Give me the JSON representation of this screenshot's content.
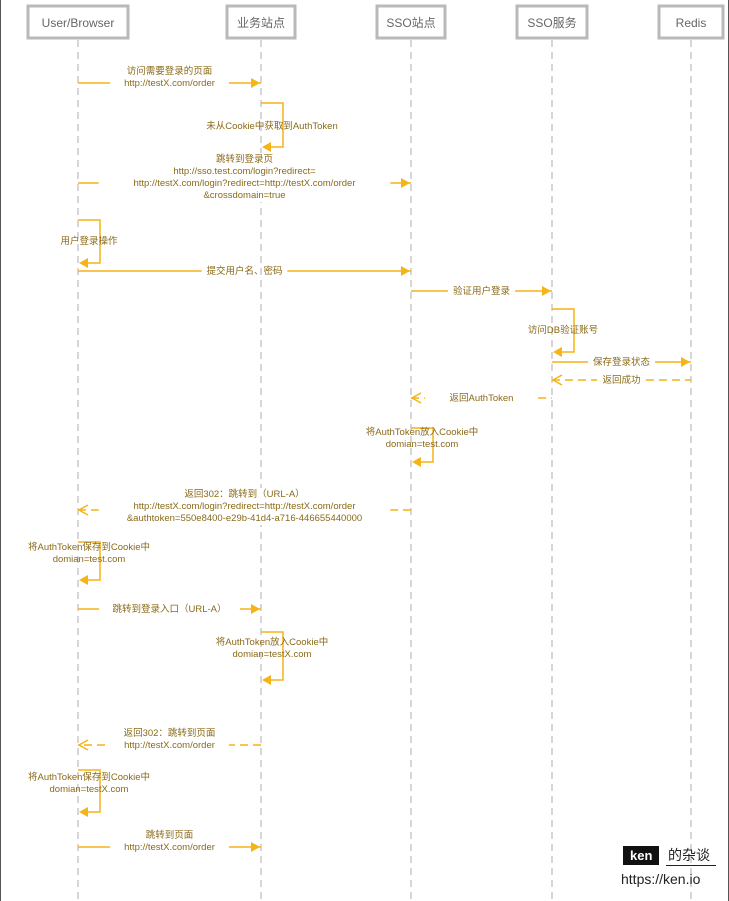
{
  "actors": [
    {
      "label": "User/Browser"
    },
    {
      "label": "业务站点"
    },
    {
      "label": "SSO站点"
    },
    {
      "label": "SSO服务"
    },
    {
      "label": "Redis"
    }
  ],
  "messages": [
    {
      "from": 0,
      "to": 1,
      "style": "solid",
      "lines": [
        "访问需要登录的页面",
        "http://testX.com/order"
      ]
    },
    {
      "from": 1,
      "to": 1,
      "style": "self",
      "lines": [
        "未从Cookie中获取到AuthToken"
      ]
    },
    {
      "from": 0,
      "to": 2,
      "style": "solid",
      "lines": [
        "跳转到登录页",
        "http://sso.test.com/login?redirect=",
        "http://testX.com/login?redirect=http://testX.com/order",
        "&crossdomain=true"
      ]
    },
    {
      "from": 0,
      "to": 0,
      "style": "self",
      "lines": [
        "用户登录操作"
      ]
    },
    {
      "from": 0,
      "to": 2,
      "style": "solid",
      "lines": [
        "提交用户名、密码"
      ]
    },
    {
      "from": 2,
      "to": 3,
      "style": "solid",
      "lines": [
        "验证用户登录"
      ]
    },
    {
      "from": 3,
      "to": 3,
      "style": "self",
      "lines": [
        "访问DB验证账号"
      ]
    },
    {
      "from": 3,
      "to": 4,
      "style": "solid",
      "lines": [
        "保存登录状态"
      ]
    },
    {
      "from": 4,
      "to": 3,
      "style": "dashed",
      "lines": [
        "返回成功"
      ]
    },
    {
      "from": 3,
      "to": 2,
      "style": "dashed",
      "lines": [
        "返回AuthToken"
      ]
    },
    {
      "from": 2,
      "to": 2,
      "style": "self",
      "lines": [
        "将AuthToken放入Cookie中",
        "domian=test.com"
      ]
    },
    {
      "from": 2,
      "to": 0,
      "style": "dashed",
      "lines": [
        "返回302：跳转到（URL-A）",
        "http://testX.com/login?redirect=http://testX.com/order",
        "&authtoken=550e8400-e29b-41d4-a716-446655440000"
      ]
    },
    {
      "from": 0,
      "to": 0,
      "style": "self",
      "lines": [
        "将AuthToken保存到Cookie中",
        "domian=test.com"
      ]
    },
    {
      "from": 0,
      "to": 1,
      "style": "solid",
      "lines": [
        "跳转到登录入口（URL-A）"
      ]
    },
    {
      "from": 1,
      "to": 1,
      "style": "self",
      "lines": [
        "将AuthToken放入Cookie中",
        "domian=testX.com"
      ]
    },
    {
      "from": 1,
      "to": 0,
      "style": "dashed",
      "lines": [
        "返回302：跳转到页面",
        "http://testX.com/order"
      ]
    },
    {
      "from": 0,
      "to": 0,
      "style": "self",
      "lines": [
        "将AuthToken保存到Cookie中",
        "domian=testX.com"
      ]
    },
    {
      "from": 0,
      "to": 1,
      "style": "solid",
      "lines": [
        "跳转到页面",
        "http://testX.com/order"
      ]
    }
  ],
  "branding": {
    "badge": "ken",
    "title": "的杂谈",
    "url": "https://ken.io"
  },
  "colors": {
    "arrow": "#f5b417",
    "lifeline": "#bcbcbc",
    "actor_border": "#b9b9b9"
  }
}
